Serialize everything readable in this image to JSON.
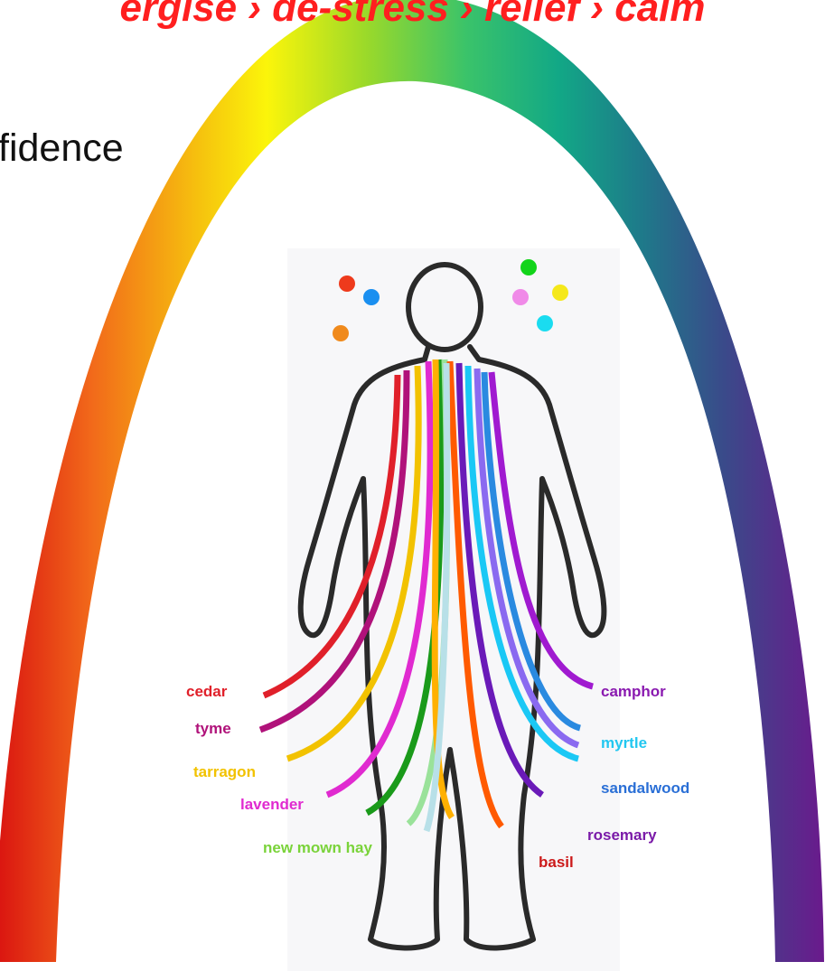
{
  "banner": {
    "text": "ergise › de-stress › relief › calm"
  },
  "partial_word": {
    "text": "fidence"
  },
  "labels": {
    "cedar": {
      "text": "cedar",
      "color": "#e0202a"
    },
    "tyme": {
      "text": "tyme",
      "color": "#b0127a"
    },
    "tarragon": {
      "text": "tarragon",
      "color": "#f2c200"
    },
    "lavender": {
      "text": "lavender",
      "color": "#e02ad0"
    },
    "new_mown_hay": {
      "text": "new mown hay",
      "color": "#7ad33a"
    },
    "basil": {
      "text": "basil",
      "color": "#cc1a1a"
    },
    "rosemary": {
      "text": "rosemary",
      "color": "#7a1aa8"
    },
    "sandalwood": {
      "text": "sandalwood",
      "color": "#2a6fd6"
    },
    "myrtle": {
      "text": "myrtle",
      "color": "#22c7f0"
    },
    "camphor": {
      "text": "camphor",
      "color": "#8a1ab0"
    }
  },
  "dots": [
    {
      "name": "red-dot",
      "color": "#ee3a1c"
    },
    {
      "name": "blue-dot",
      "color": "#1a8ff0"
    },
    {
      "name": "orange-dot",
      "color": "#f08a1c"
    },
    {
      "name": "green-dot",
      "color": "#12d41a"
    },
    {
      "name": "pink-dot",
      "color": "#f08ae8"
    },
    {
      "name": "yellow-dot",
      "color": "#f5e81a"
    },
    {
      "name": "cyan-dot",
      "color": "#1adcf0"
    }
  ],
  "ribbon_colors": [
    "#e01a22",
    "#e81a6a",
    "#f5e600",
    "#f07ae8",
    "#1a9a1a",
    "#9ae29a",
    "#ff5a00",
    "#6a1ab8",
    "#1ac8f5",
    "#8a6af0",
    "#2a8ae0",
    "#a01ad0",
    "#ffb000",
    "#b8e0e8"
  ]
}
